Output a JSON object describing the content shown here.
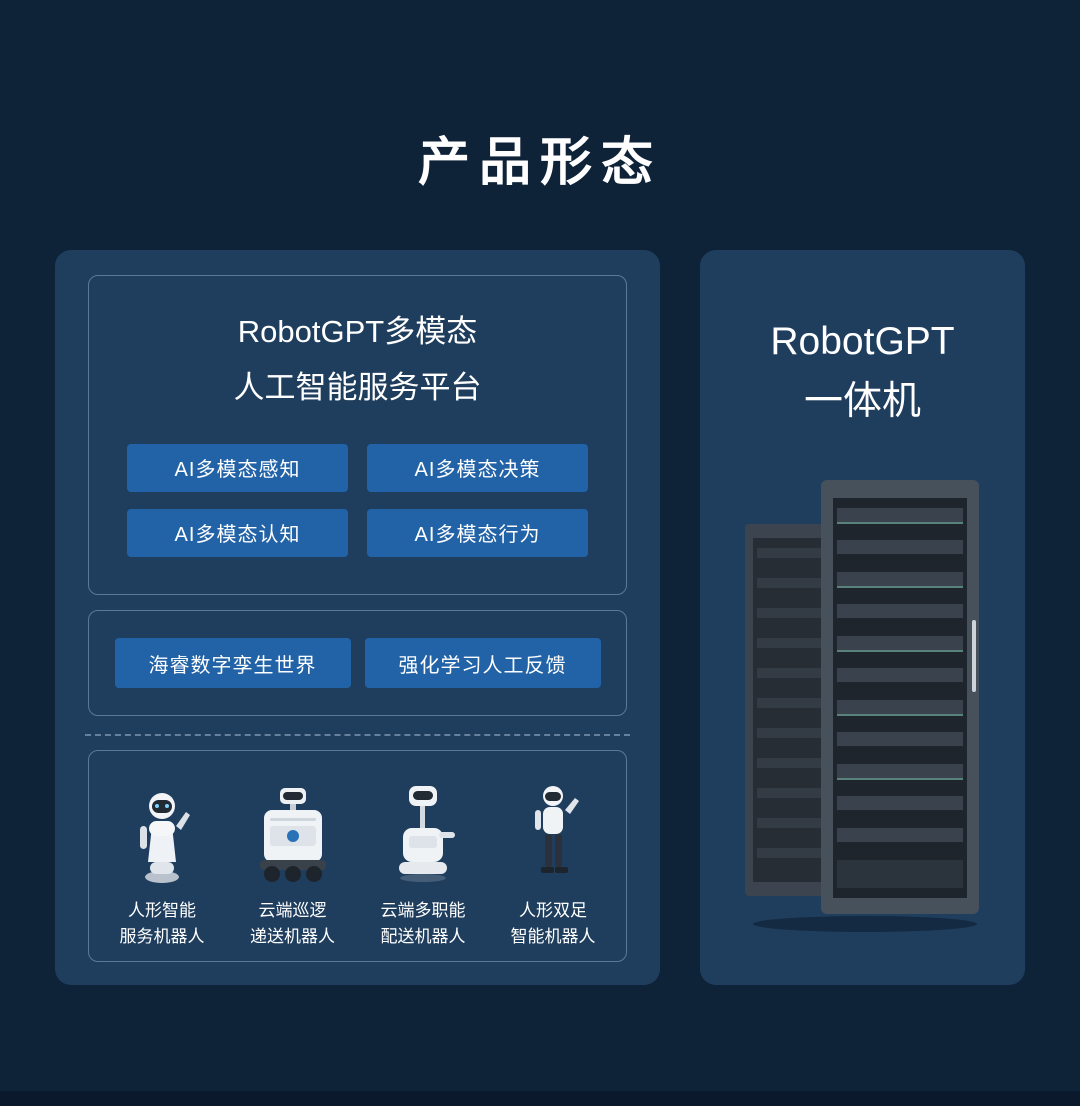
{
  "page": {
    "title": "产品形态"
  },
  "left_panel": {
    "platform": {
      "title_line1": "RobotGPT多模态",
      "title_line2": "人工智能服务平台",
      "modules": [
        "AI多模态感知",
        "AI多模态决策",
        "AI多模态认知",
        "AI多模态行为"
      ]
    },
    "capabilities": [
      "海睿数字孪生世界",
      "强化学习人工反馈"
    ],
    "robots": [
      {
        "line1": "人形智能",
        "line2": "服务机器人"
      },
      {
        "line1": "云端巡逻",
        "line2": "递送机器人"
      },
      {
        "line1": "云端多职能",
        "line2": "配送机器人"
      },
      {
        "line1": "人形双足",
        "line2": "智能机器人"
      }
    ]
  },
  "right_panel": {
    "title_line1": "RobotGPT",
    "title_line2": "一体机"
  },
  "colors": {
    "background": "#0e2238",
    "panel": "#1f3e5e",
    "chip": "#2263a7",
    "section_border": "#8ca8c6",
    "footer": "#0a1a2c"
  }
}
